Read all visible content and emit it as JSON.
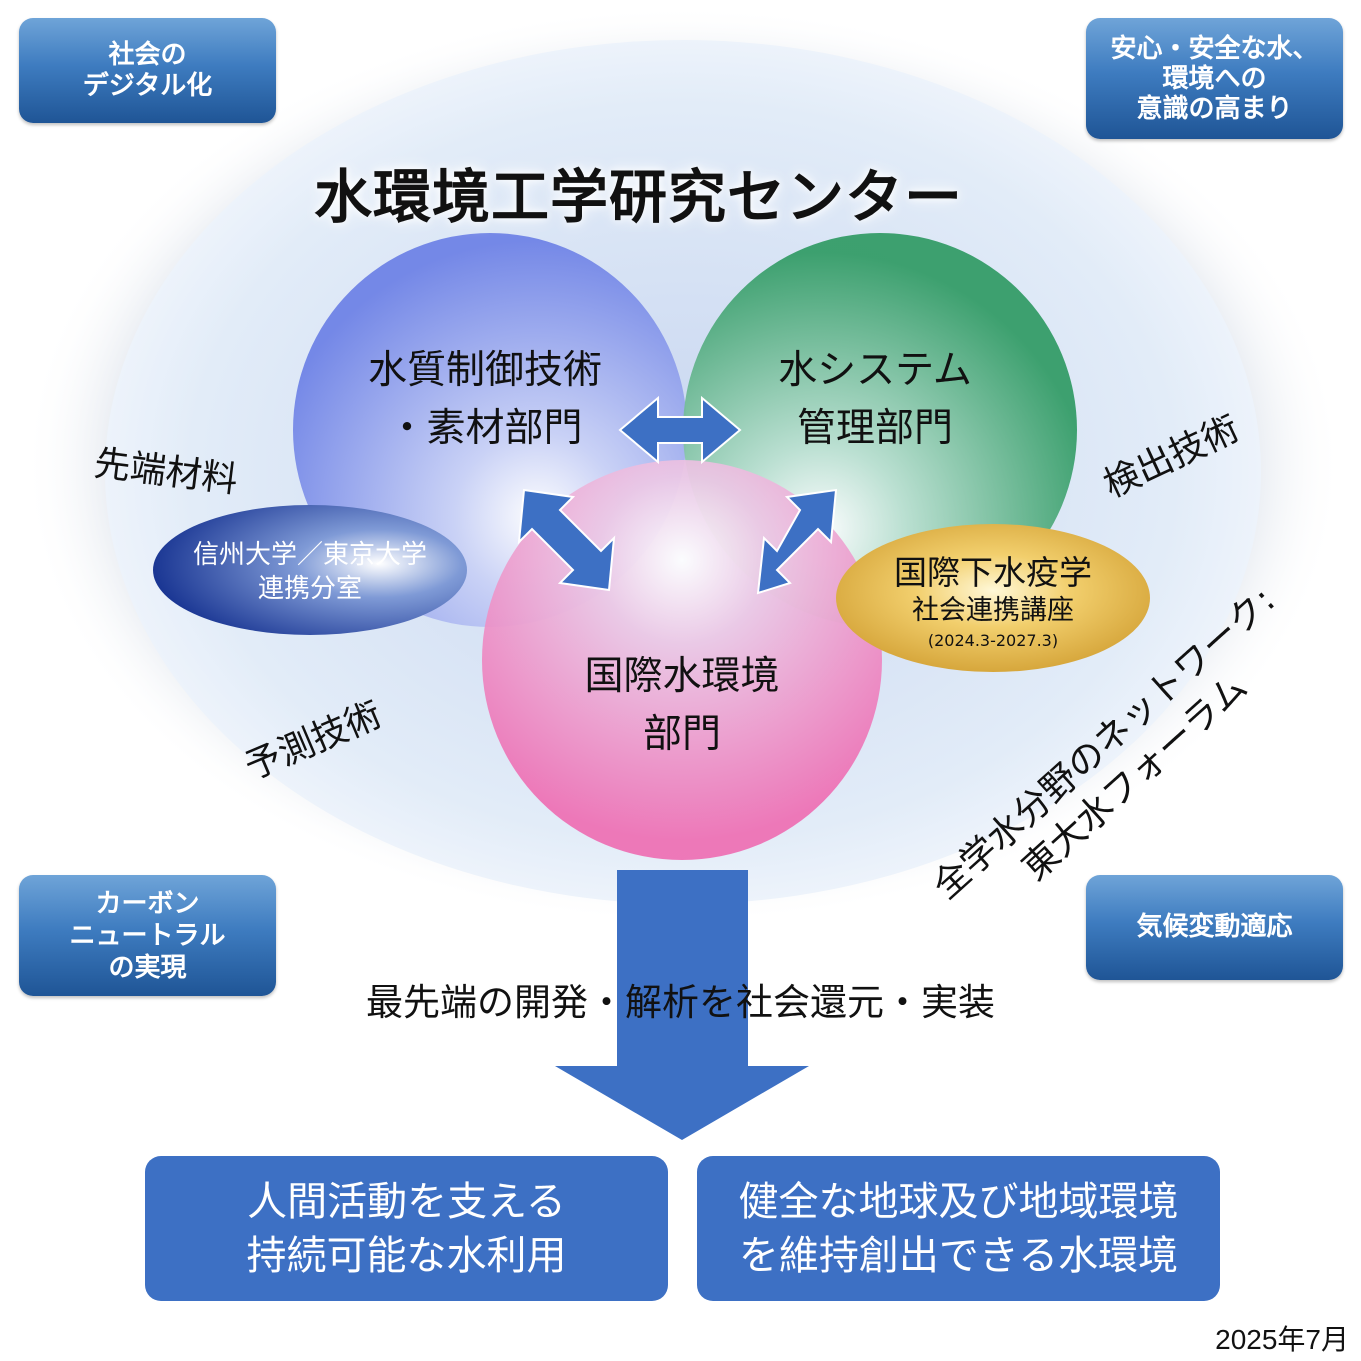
{
  "title": "水環境工学研究センター",
  "corner_boxes": {
    "top_left": [
      "社会の",
      "デジタル化"
    ],
    "top_right": [
      "安心・安全な水、",
      "環境への",
      "意識の高まり"
    ],
    "bottom_left": [
      "カーボン",
      "ニュートラル",
      "の実現"
    ],
    "bottom_right": [
      "気候変動適応"
    ]
  },
  "divisions": {
    "water_quality": [
      "水質制御技術",
      "・素材部門"
    ],
    "water_system": [
      "水システム",
      "管理部門"
    ],
    "international": [
      "国際水環境",
      "部門"
    ]
  },
  "side_labels": {
    "advanced_materials": "先端材料",
    "detection": "検出技術",
    "prediction": "予測技術"
  },
  "shinshu": [
    "信州大学／東京大学",
    "連携分室"
  ],
  "wastewater_chair": {
    "line1": "国際下水疫学",
    "line2": "社会連携講座",
    "period": "(2024.3-2027.3)"
  },
  "network": [
    "全学水分野のネットワーク:",
    "東大水フォーラム"
  ],
  "caption": "最先端の開発・解析を社会還元・実装",
  "outcomes": {
    "left": [
      "人間活動を支える",
      "持続可能な水利用"
    ],
    "right": [
      "健全な地球及び地域環境",
      "を維持創出できる水環境"
    ]
  },
  "date": "2025年7月",
  "colors": {
    "corner_box": "#3e7cc0",
    "arrow": "#3d70c4",
    "outcome_box": "#3d70c4",
    "circle_blue": "#6f83e6",
    "circle_green": "#3aa070",
    "circle_pink": "#ec6fb6",
    "ellipse_navy": "#14308f",
    "ellipse_gold": "#d4a42a"
  }
}
